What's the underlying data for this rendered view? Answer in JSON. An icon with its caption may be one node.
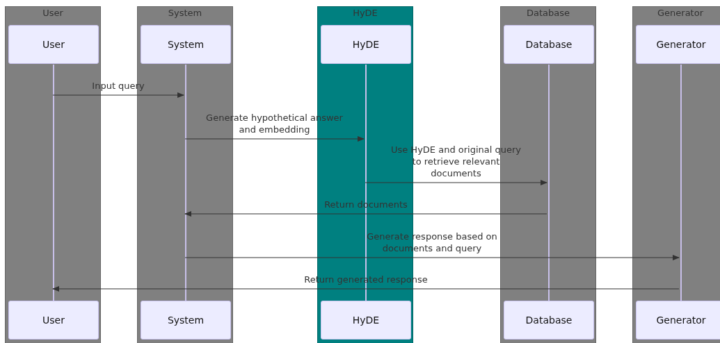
{
  "diagram": {
    "nodes": [
      {
        "text": [
          "User"
        ]
      },
      {
        "text": [
          "User"
        ],
        "in": 0
      },
      {
        "text": [],
        "shape": "bar",
        "in": 0
      },
      {
        "text": [
          "User"
        ],
        "in": 0
      },
      {
        "text": [
          "System"
        ]
      },
      {
        "text": [
          "System"
        ],
        "in": 4
      },
      {
        "text": [],
        "shape": "bar",
        "in": 4
      },
      {
        "text": [
          "System"
        ],
        "in": 4
      },
      {
        "text": [
          "HyDE"
        ]
      },
      {
        "text": [
          "HyDE"
        ],
        "in": 8
      },
      {
        "text": [],
        "shape": "bar",
        "in": 8
      },
      {
        "text": [
          "HyDE"
        ],
        "in": 8
      },
      {
        "text": [
          "Database"
        ]
      },
      {
        "text": [
          "Database"
        ],
        "in": 12
      },
      {
        "text": [],
        "shape": "bar",
        "in": 12
      },
      {
        "text": [
          "Database"
        ],
        "in": 12
      },
      {
        "text": [
          "Generator"
        ]
      },
      {
        "text": [
          "Generator"
        ],
        "in": 16
      },
      {
        "text": [],
        "shape": "bar",
        "in": 16
      },
      {
        "text": [
          "Generator"
        ],
        "in": 16
      }
    ],
    "edges": [
      {
        "from": 2,
        "to": 6,
        "arrow": "to",
        "label": "Input query"
      },
      {
        "from": 6,
        "to": 10,
        "arrow": "to",
        "label": "Generate hypothetical answer and embedding"
      },
      {
        "from": 10,
        "to": 14,
        "arrow": "to",
        "label": "Use HyDE and original query to retrieve relevant documents"
      },
      {
        "from": 14,
        "to": 6,
        "arrow": "to",
        "label": "Return documents"
      },
      {
        "from": 6,
        "to": 18,
        "arrow": "to",
        "label": "Generate response based on documents and query"
      },
      {
        "from": 18,
        "to": 2,
        "arrow": "to",
        "label": "Return generated response"
      }
    ]
  }
}
